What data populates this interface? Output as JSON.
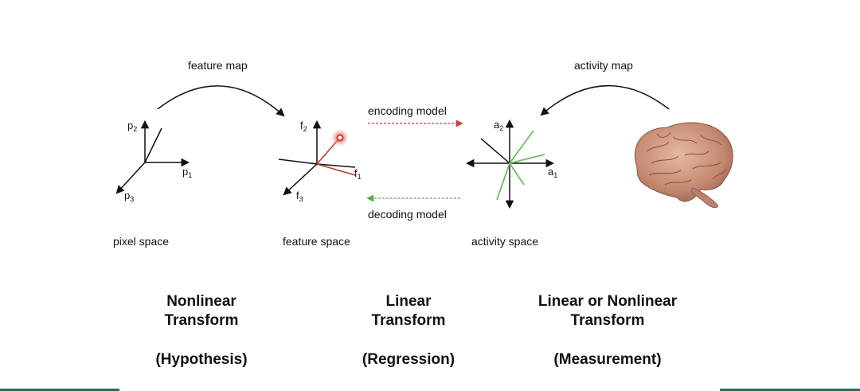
{
  "arcs": {
    "feature_map": "feature map",
    "activity_map": "activity map"
  },
  "models": {
    "encoding": "encoding model",
    "decoding": "decoding model"
  },
  "spaces": {
    "pixel": "pixel space",
    "feature": "feature space",
    "activity": "activity space"
  },
  "axes": {
    "pixel": [
      {
        "base": "p",
        "sub": "2"
      },
      {
        "base": "p",
        "sub": "1"
      },
      {
        "base": "p",
        "sub": "3"
      }
    ],
    "feature": [
      {
        "base": "f",
        "sub": "2"
      },
      {
        "base": "f",
        "sub": "1"
      },
      {
        "base": "f",
        "sub": "3"
      }
    ],
    "activity": [
      {
        "base": "a",
        "sub": "2"
      },
      {
        "base": "a",
        "sub": "1"
      }
    ]
  },
  "transforms": {
    "left": {
      "line1": "Nonlinear",
      "line2": "Transform",
      "line3": "(Hypothesis)"
    },
    "middle": {
      "line1": "Linear",
      "line2": "Transform",
      "line3": "(Regression)"
    },
    "right": {
      "line1": "Linear or Nonlinear",
      "line2": "Transform",
      "line3": "(Measurement)"
    }
  },
  "colors": {
    "encoding_arrow": "#d9383a",
    "decoding_arrow": "#5aaa55",
    "feature_vector": "#c0392b",
    "activity_vectors": "#6cbf5f",
    "brain": "#c9907a"
  },
  "icons": [
    "brain-illustration",
    "red-dot-marker"
  ]
}
